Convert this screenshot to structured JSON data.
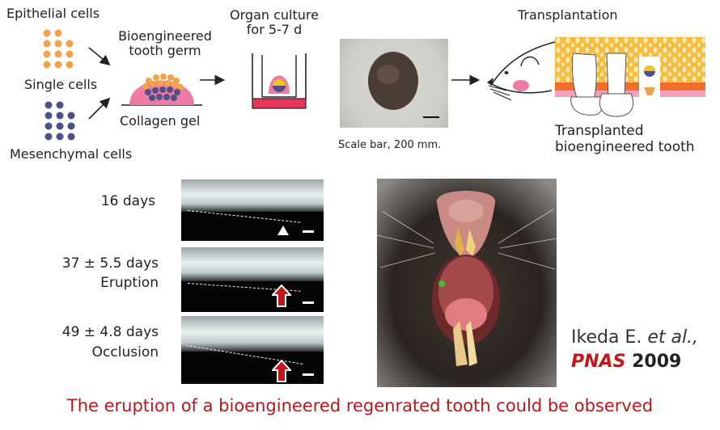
{
  "top_diagram": {
    "epithelial_label": "Epithelial cells",
    "single_cells_label": "Single cells",
    "mesenchymal_label": "Mesenchymal cells",
    "germ_label": "Bioengineered tooth germ",
    "collagen_label": "Collagen gel",
    "organ_culture_label": "Organ culture for 5-7 d",
    "scale_bar_caption": "Scale bar, 200 mm.",
    "transplantation_label": "Transplantation",
    "transplanted_label": "Transplanted bioengineered tooth"
  },
  "timeline": [
    {
      "days": "16 days",
      "note": ""
    },
    {
      "days": "37 ± 5.5 days",
      "note": "Eruption"
    },
    {
      "days": "49 ± 4.8 days",
      "note": "Occlusion"
    }
  ],
  "citation": {
    "author": "Ikeda E.",
    "etal": "et al.,",
    "journal": "PNAS",
    "year": "2009"
  },
  "footer": "The eruption of a bioengineered regenrated tooth could be observed",
  "colors": {
    "epithelial": "#f2a24a",
    "mesenchymal": "#4f4f8a",
    "collagen": "#f07aa6",
    "dish": "#e8365b",
    "alveolar": "#f4bd3e",
    "footer_text": "#b31b1b",
    "journal": "#c0181b",
    "eruption_arrow": "#c4171b"
  }
}
